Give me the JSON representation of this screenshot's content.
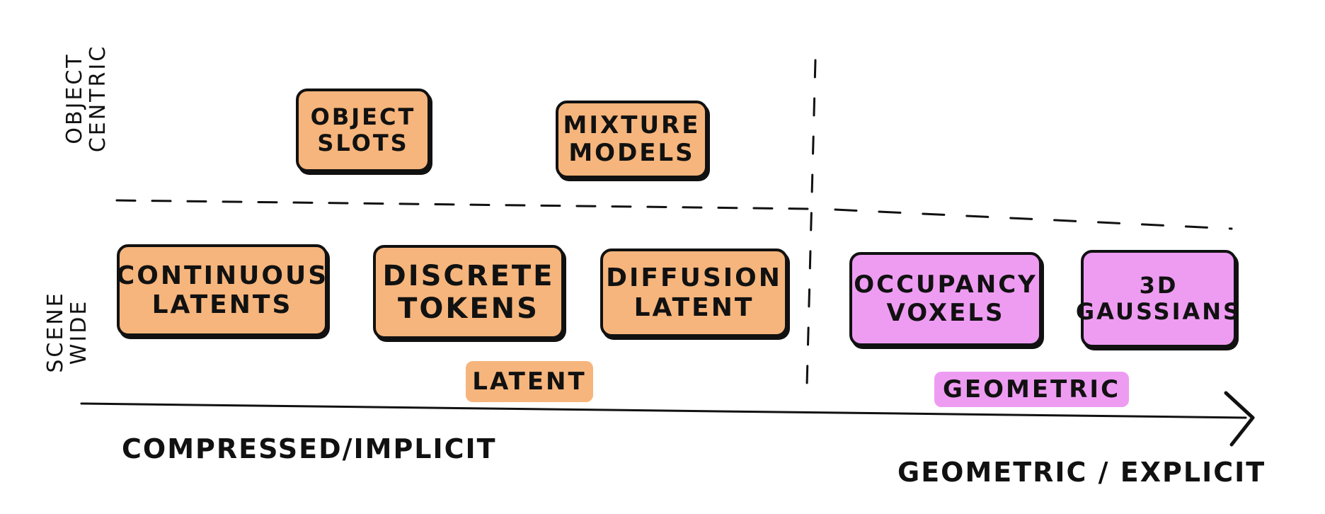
{
  "rows": {
    "object_centric": [
      "Object",
      "Centric"
    ],
    "scene_wide": [
      "Scene",
      "Wide"
    ]
  },
  "boxes": {
    "object_slots": [
      "Object",
      "Slots"
    ],
    "mixture_models": [
      "Mixture",
      "Models"
    ],
    "continuous_latents": [
      "Continuous",
      "Latents"
    ],
    "discrete_tokens": [
      "Discrete",
      "Tokens"
    ],
    "diffusion_latent": [
      "Diffusion",
      "Latent"
    ],
    "occupancy_voxels": [
      "Occupancy",
      "Voxels"
    ],
    "gaussians_3d": [
      "3D",
      "Gaussians"
    ]
  },
  "groups": {
    "latent": "Latent",
    "geometric": "Geometric"
  },
  "axis": {
    "left_end": "Compressed/Implicit",
    "right_end": "Geometric / Explicit"
  },
  "colors": {
    "latent": "#f6b57c",
    "geometric": "#ee9cf2",
    "ink": "#111111"
  }
}
